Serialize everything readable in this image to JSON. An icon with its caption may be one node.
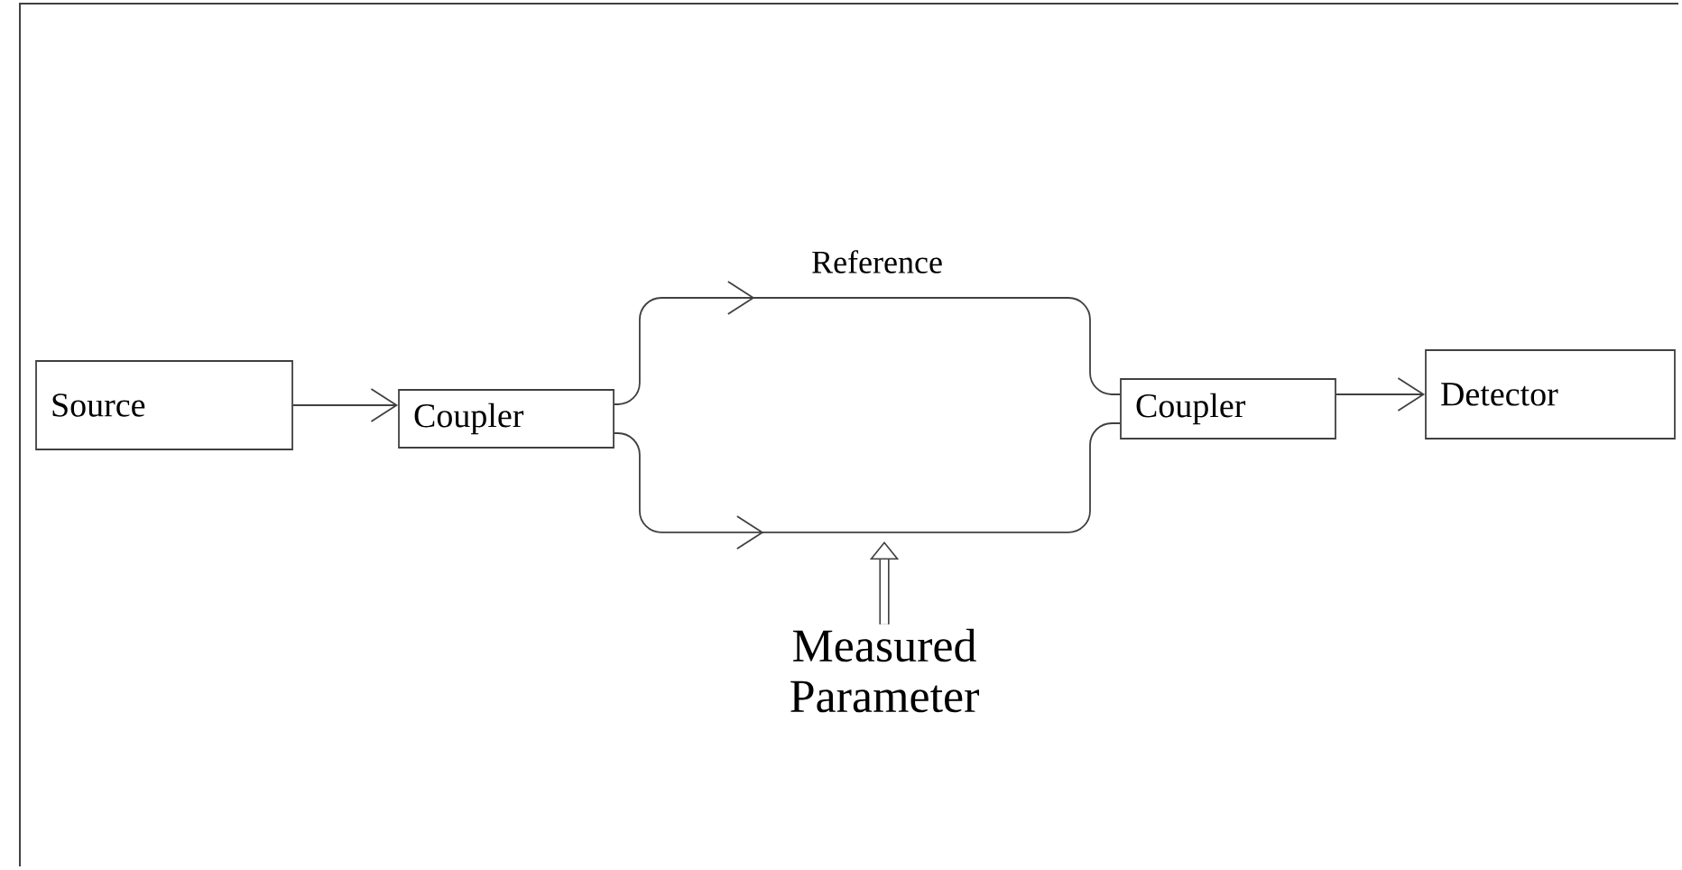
{
  "diagram": {
    "nodes": [
      {
        "text": [
          "Source"
        ]
      },
      {
        "text": [
          "Coupler"
        ]
      },
      {
        "text": [
          "Coupler"
        ]
      },
      {
        "text": [
          "Detector"
        ]
      },
      {
        "text": [
          "Measured Parameter"
        ]
      }
    ],
    "edges": [
      {
        "from": 0,
        "to": 1,
        "arrow": "to"
      },
      {
        "from": 1,
        "to": 2,
        "arrow": "to",
        "label": "Reference"
      },
      {
        "from": 1,
        "to": 2,
        "arrow": "to"
      },
      {
        "from": 2,
        "to": 3,
        "arrow": "to"
      },
      {
        "from": 4,
        "to": null,
        "arrow": "to",
        "style": "thick"
      }
    ]
  }
}
